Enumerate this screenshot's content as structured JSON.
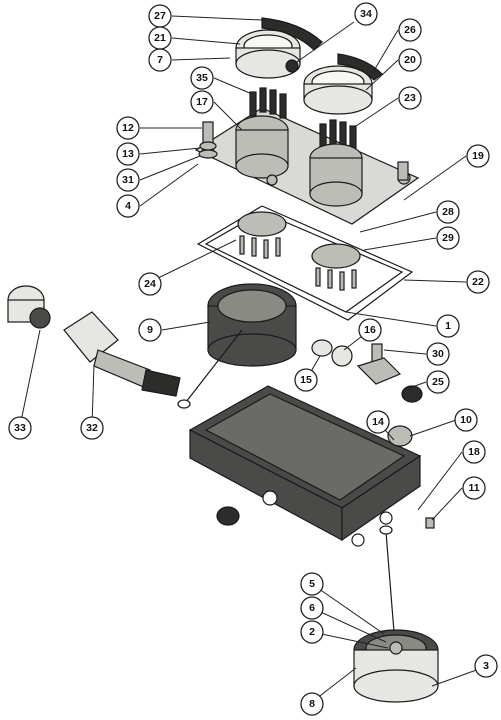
{
  "callouts": [
    {
      "id": "c27",
      "label": "27"
    },
    {
      "id": "c34",
      "label": "34"
    },
    {
      "id": "c21",
      "label": "21"
    },
    {
      "id": "c26",
      "label": "26"
    },
    {
      "id": "c7",
      "label": "7"
    },
    {
      "id": "c20",
      "label": "20"
    },
    {
      "id": "c35",
      "label": "35"
    },
    {
      "id": "c23",
      "label": "23"
    },
    {
      "id": "c17",
      "label": "17"
    },
    {
      "id": "c12",
      "label": "12"
    },
    {
      "id": "c13",
      "label": "13"
    },
    {
      "id": "c31",
      "label": "31"
    },
    {
      "id": "c19",
      "label": "19"
    },
    {
      "id": "c4",
      "label": "4"
    },
    {
      "id": "c28",
      "label": "28"
    },
    {
      "id": "c29",
      "label": "29"
    },
    {
      "id": "c24",
      "label": "24"
    },
    {
      "id": "c22",
      "label": "22"
    },
    {
      "id": "c9",
      "label": "9"
    },
    {
      "id": "c1",
      "label": "1"
    },
    {
      "id": "c16",
      "label": "16"
    },
    {
      "id": "c30",
      "label": "30"
    },
    {
      "id": "c15",
      "label": "15"
    },
    {
      "id": "c25",
      "label": "25"
    },
    {
      "id": "c33",
      "label": "33"
    },
    {
      "id": "c32",
      "label": "32"
    },
    {
      "id": "c14",
      "label": "14"
    },
    {
      "id": "c10",
      "label": "10"
    },
    {
      "id": "c18",
      "label": "18"
    },
    {
      "id": "c11",
      "label": "11"
    },
    {
      "id": "c5",
      "label": "5"
    },
    {
      "id": "c6",
      "label": "6"
    },
    {
      "id": "c2",
      "label": "2"
    },
    {
      "id": "c3",
      "label": "3"
    },
    {
      "id": "c8",
      "label": "8"
    }
  ],
  "colors": {
    "line": "#222222",
    "housing": "#4a4a48",
    "plate": "#d9d9d6",
    "metal": "#bdbdb8"
  }
}
